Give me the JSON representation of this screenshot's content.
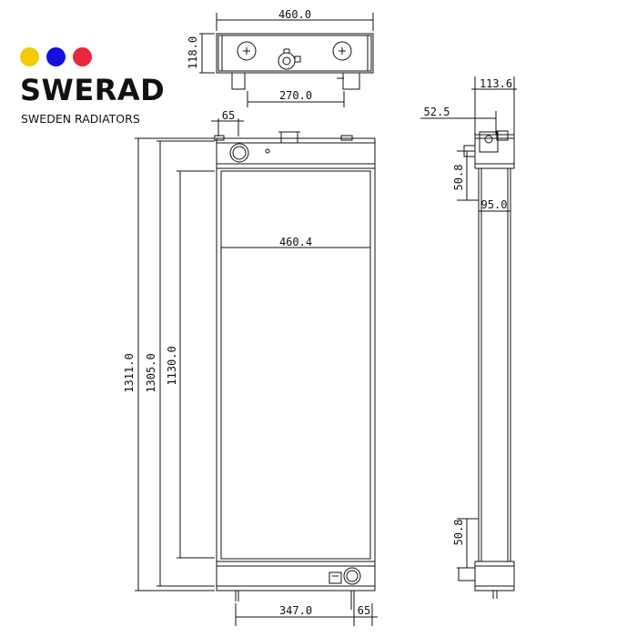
{
  "brand": {
    "name": "SWERAD",
    "subtitle": "SWEDEN RADIATORS",
    "dot_colors": [
      "#f2cb06",
      "#1510e0",
      "#e8283c"
    ]
  },
  "dimensions": {
    "top_width": "460.0",
    "top_height": "118.0",
    "top_spacing": "270.0",
    "left_offset_top": "65",
    "core_width": "460.4",
    "overall_height": "1311.0",
    "tank_height": "1305.0",
    "core_height": "1130.0",
    "bottom_spacing": "347.0",
    "right_offset_bottom": "65",
    "side_depth": "113.6",
    "side_offset": "52.5",
    "side_upper_port": "50.8",
    "side_core_depth": "95.0",
    "side_lower_port": "50.8"
  }
}
